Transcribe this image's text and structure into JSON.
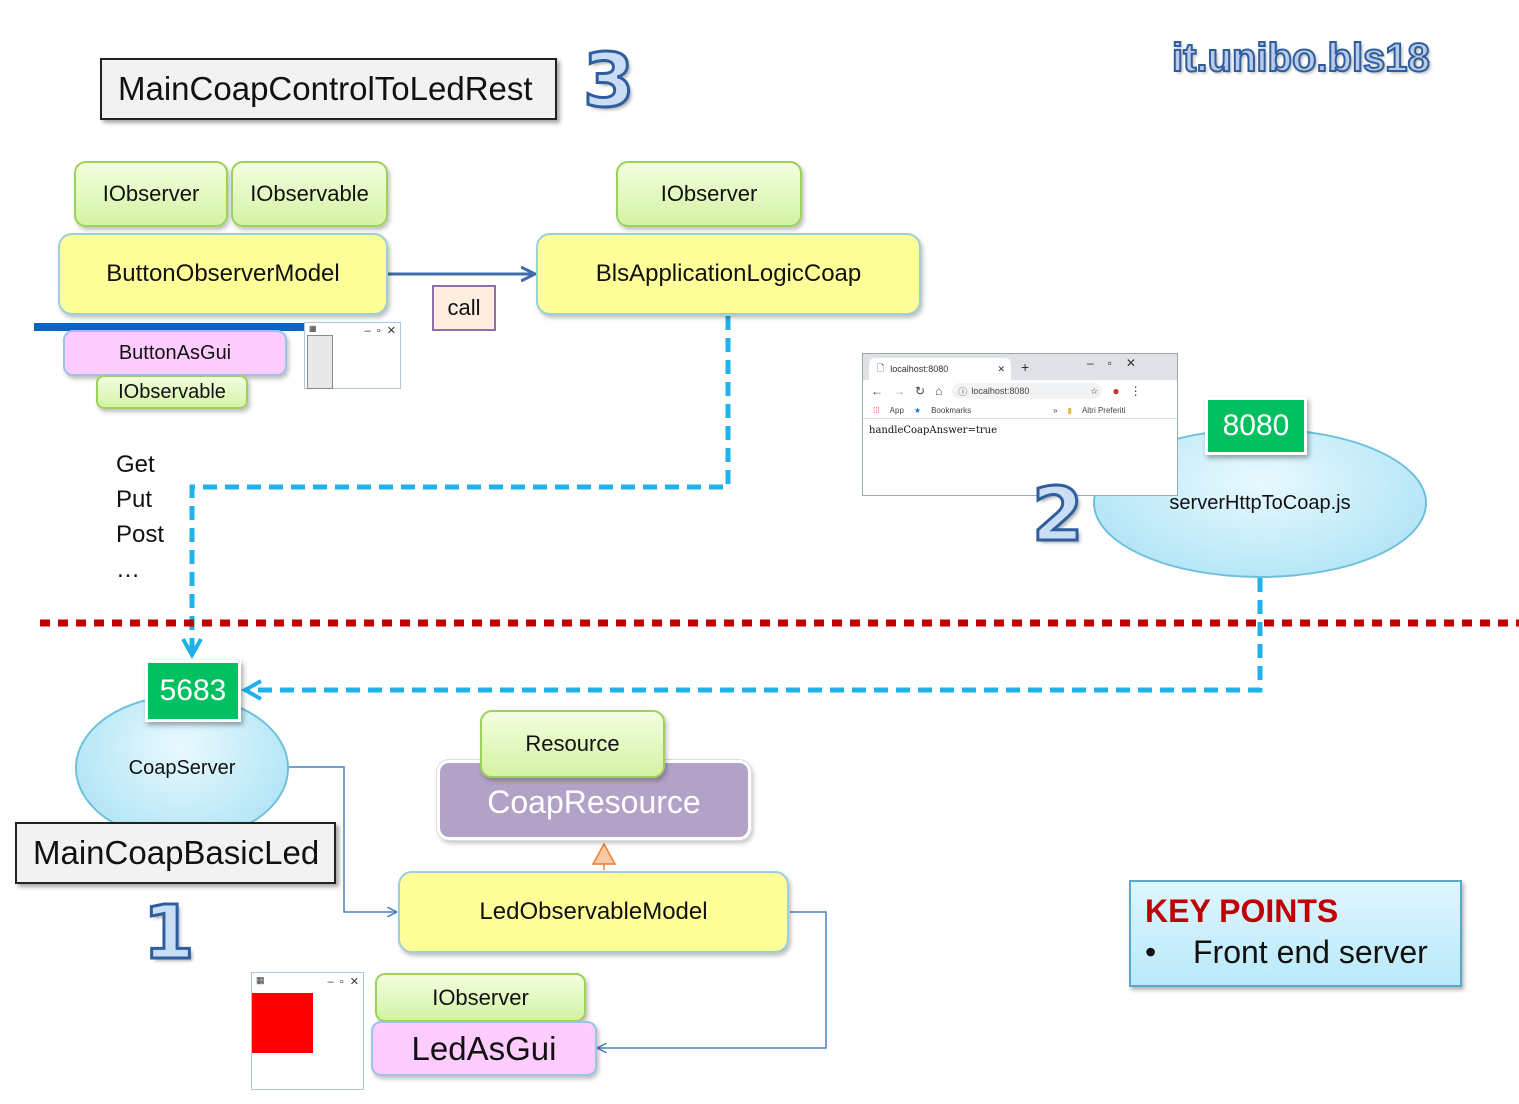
{
  "top_title": "MainCoapControlToLedRest",
  "brand": "it.unibo.bls18",
  "steps": {
    "one": "1",
    "two": "2",
    "three": "3"
  },
  "top_section": {
    "button_observer_model": {
      "label": "ButtonObserverModel",
      "tags": [
        "IObserver",
        "IObservable"
      ]
    },
    "bls_application_logic": {
      "label": "BlsApplicationLogicCoap",
      "tag": "IObserver"
    },
    "call_label": "call",
    "button_as_gui": {
      "label": "ButtonAsGui",
      "tag": "IObservable"
    },
    "http_methods": [
      "Get",
      "Put",
      "Post",
      "…"
    ]
  },
  "browser": {
    "tab_title": "localhost:8080",
    "address": "localhost:8080",
    "bookmarks": [
      "App",
      "Bookmarks",
      "Altri Preferiti"
    ],
    "body_text": "handleCoapAnswer=true"
  },
  "front_end_server": {
    "port": "8080",
    "label": "serverHttpToCoap.js"
  },
  "bottom_section": {
    "coap_port": "5683",
    "coap_server": "CoapServer",
    "main_title": "MainCoapBasicLed",
    "coap_resource": {
      "label": "CoapResource",
      "tag": "Resource"
    },
    "led_observable_model": "LedObservableModel",
    "led_as_gui": {
      "label": "LedAsGui",
      "tag": "IObserver"
    }
  },
  "key_points": {
    "title": "KEY POINTS",
    "items": [
      "Front end server"
    ]
  },
  "colors": {
    "dashed_blue": "#1fb1ea",
    "separator_red": "#c00000",
    "key_title": "#c00000",
    "led_red": "#ff0000"
  }
}
